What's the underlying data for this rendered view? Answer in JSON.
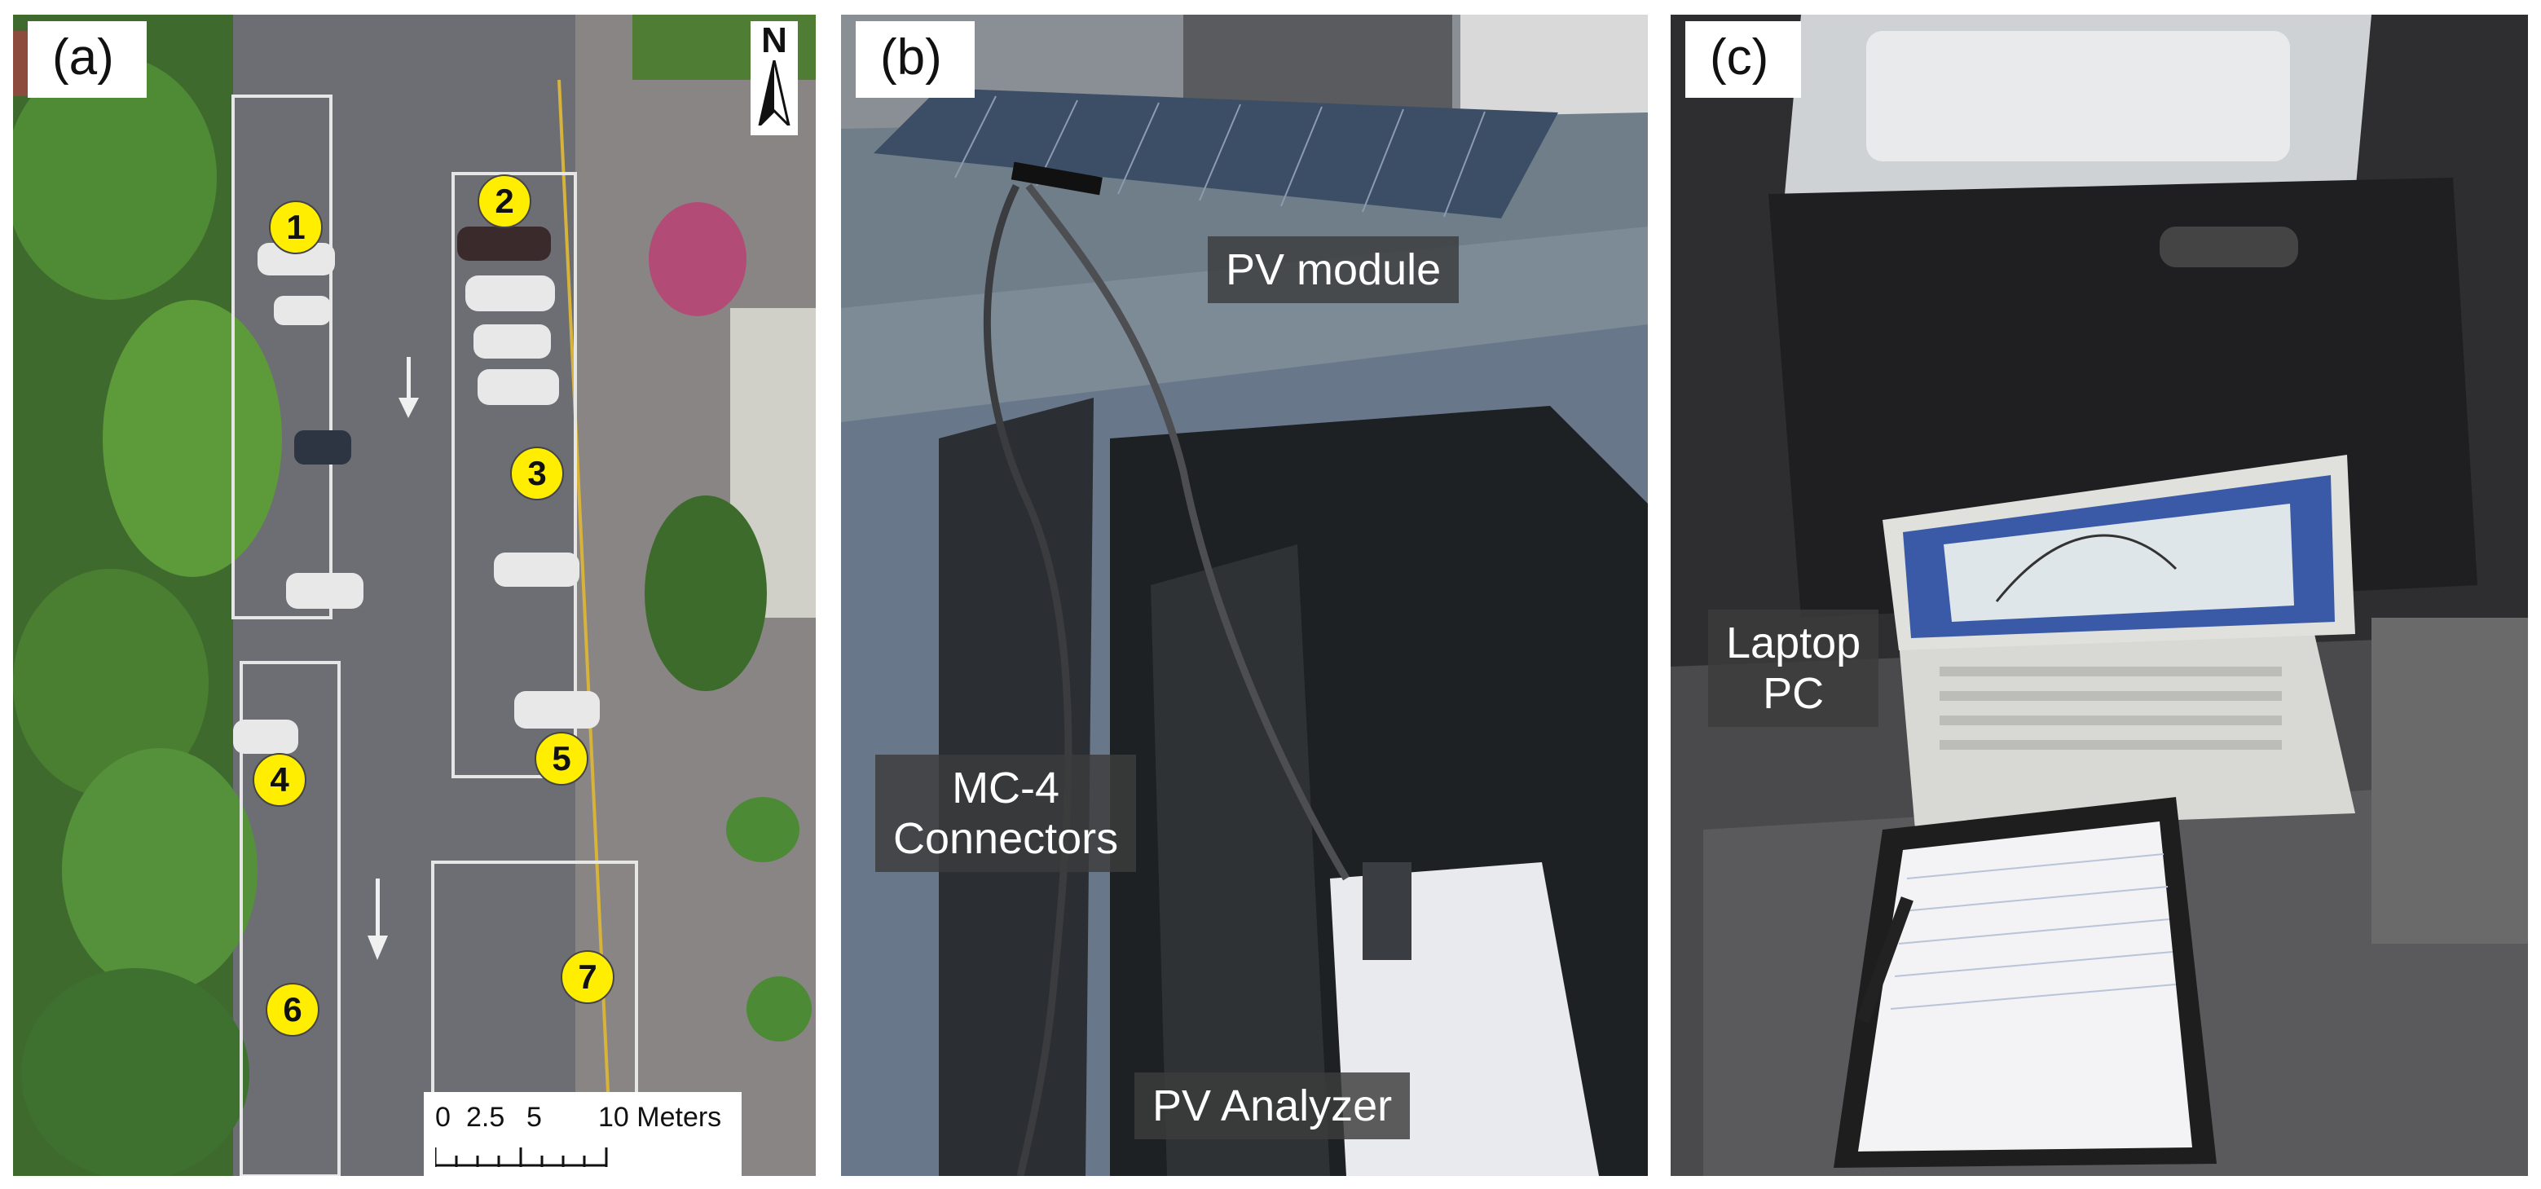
{
  "panels": {
    "a": {
      "tag": "(a)",
      "north": "N",
      "spots": [
        "1",
        "2",
        "3",
        "4",
        "5",
        "6",
        "7"
      ],
      "scale": {
        "ticks": [
          "0",
          "2.5",
          "5",
          "10 Meters"
        ]
      }
    },
    "b": {
      "tag": "(b)",
      "labels": {
        "pv_module": "PV module",
        "connectors": "MC-4\nConnectors",
        "analyzer": "PV Analyzer"
      }
    },
    "c": {
      "tag": "(c)",
      "labels": {
        "laptop": "Laptop\nPC"
      }
    }
  }
}
